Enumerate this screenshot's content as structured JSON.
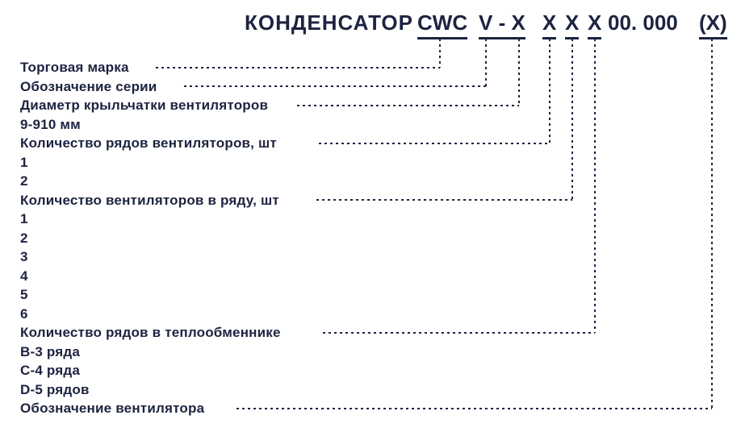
{
  "title": {
    "prefix": "КОНДЕНСАТОР",
    "parts": [
      {
        "id": "trademark",
        "text": "CWC"
      },
      {
        "id": "series-diameter",
        "text": "V - X"
      },
      {
        "id": "fan-rows",
        "text": "X"
      },
      {
        "id": "fans-per-row",
        "text": "X"
      },
      {
        "id": "hx-rows",
        "text": "X"
      },
      {
        "id": "size-code",
        "text": "00. 000"
      },
      {
        "id": "fan-designation",
        "text": "(X)"
      }
    ]
  },
  "legend": {
    "rows": [
      {
        "text": "Торговая марка",
        "leader": true
      },
      {
        "text": "Обозначение серии",
        "leader": true
      },
      {
        "text": "Диаметр крыльчатки вентиляторов",
        "leader": true
      },
      {
        "text": "9-910 мм",
        "leader": false
      },
      {
        "text": "Количество рядов вентиляторов, шт",
        "leader": true
      },
      {
        "text": "1",
        "leader": false
      },
      {
        "text": "2",
        "leader": false
      },
      {
        "text": "Количество вентиляторов в ряду, шт",
        "leader": true
      },
      {
        "text": "1",
        "leader": false
      },
      {
        "text": "2",
        "leader": false
      },
      {
        "text": "3",
        "leader": false
      },
      {
        "text": "4",
        "leader": false
      },
      {
        "text": "5",
        "leader": false
      },
      {
        "text": "6",
        "leader": false
      },
      {
        "text": "Количество рядов в теплообменнике",
        "leader": true
      },
      {
        "text": "B-3 ряда",
        "leader": false
      },
      {
        "text": "C-4 ряда",
        "leader": false
      },
      {
        "text": "D-5 рядов",
        "leader": false
      },
      {
        "text": "Обозначение вентилятора",
        "leader": true
      }
    ]
  },
  "colors": {
    "ink": "#1d2340"
  }
}
